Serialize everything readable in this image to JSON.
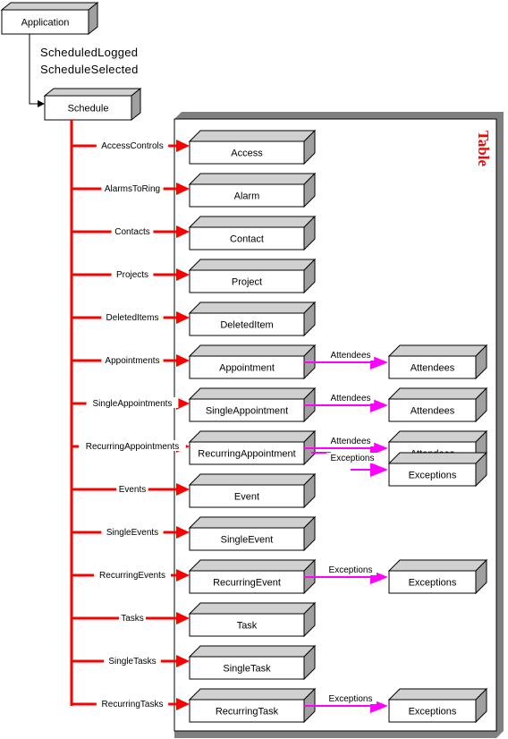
{
  "colors": {
    "red": "#ff0000",
    "magenta": "#ff00ff",
    "box_side": "#a0a0a0",
    "box_top": "#d0d0d0",
    "panel_shadow": "#808080"
  },
  "application": {
    "label": "Application"
  },
  "events": [
    "ScheduledLogged",
    "ScheduleSelected"
  ],
  "schedule": {
    "label": "Schedule"
  },
  "table_label": "Table",
  "collections": [
    {
      "edge": "AccessControls",
      "box": "Access"
    },
    {
      "edge": "AlarmsToRing",
      "box": "Alarm"
    },
    {
      "edge": "Contacts",
      "box": "Contact"
    },
    {
      "edge": "Projects",
      "box": "Project"
    },
    {
      "edge": "DeletedItems",
      "box": "DeletedItem"
    },
    {
      "edge": "Appointments",
      "box": "Appointment",
      "children": [
        {
          "edge": "Attendees",
          "box": "Attendees"
        }
      ]
    },
    {
      "edge": "SingleAppointments",
      "box": "SingleAppointment",
      "children": [
        {
          "edge": "Attendees",
          "box": "Attendees"
        }
      ]
    },
    {
      "edge": "RecurringAppointments",
      "box": "RecurringAppointment",
      "children": [
        {
          "edge": "Attendees",
          "box": "Attendees"
        },
        {
          "edge": "Exceptions",
          "box": "Exceptions"
        }
      ]
    },
    {
      "edge": "Events",
      "box": "Event"
    },
    {
      "edge": "SingleEvents",
      "box": "SingleEvent"
    },
    {
      "edge": "RecurringEvents",
      "box": "RecurringEvent",
      "children": [
        {
          "edge": "Exceptions",
          "box": "Exceptions"
        }
      ]
    },
    {
      "edge": "Tasks",
      "box": "Task"
    },
    {
      "edge": "SingleTasks",
      "box": "SingleTask"
    },
    {
      "edge": "RecurringTasks",
      "box": "RecurringTask",
      "children": [
        {
          "edge": "Exceptions",
          "box": "Exceptions"
        }
      ]
    }
  ]
}
